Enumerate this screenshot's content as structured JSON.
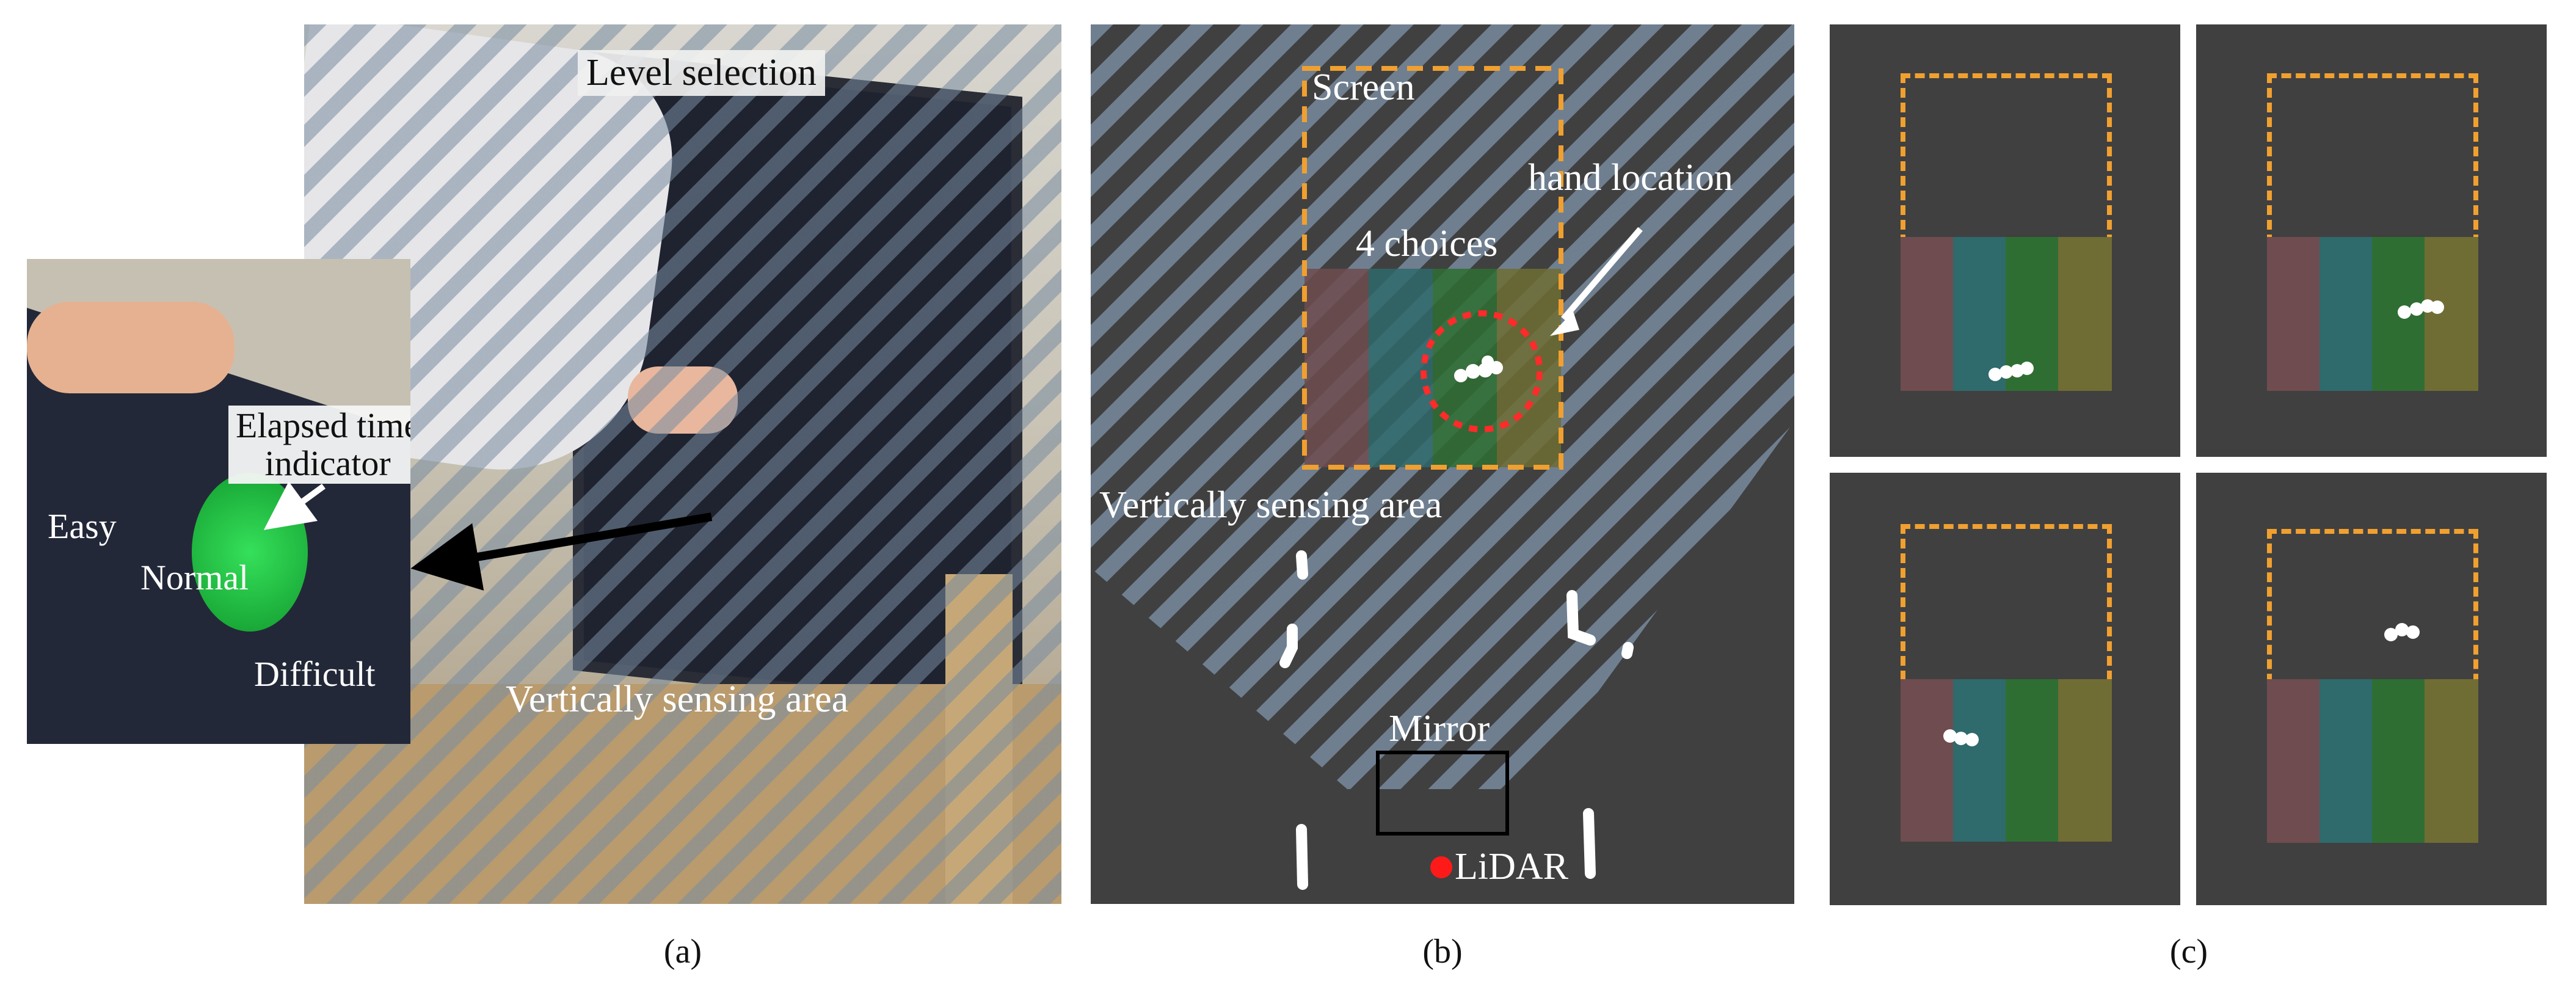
{
  "panel_a": {
    "caption": "(a)",
    "label_level_selection": "Level selection",
    "label_elapsed_time": "Elapsed time\nindicator",
    "label_easy": "Easy",
    "label_normal": "Normal",
    "label_difficult": "Difficult",
    "label_sensing_area": "Vertically sensing area"
  },
  "panel_b": {
    "caption": "(b)",
    "label_screen": "Screen",
    "label_hand_location": "hand location",
    "label_choices": "4 choices",
    "label_sensing_area": "Vertically sensing area",
    "label_mirror": "Mirror",
    "label_lidar": "LiDAR"
  },
  "panel_c": {
    "caption": "(c)"
  },
  "colors": {
    "background": "#404040",
    "dashed_border": "#f0a030",
    "choice_1": "#6f4c4f",
    "choice_2": "#2f6a6c",
    "choice_3": "#2f6e33",
    "choice_4": "#6f6d34",
    "lidar": "#ff1a1a"
  }
}
